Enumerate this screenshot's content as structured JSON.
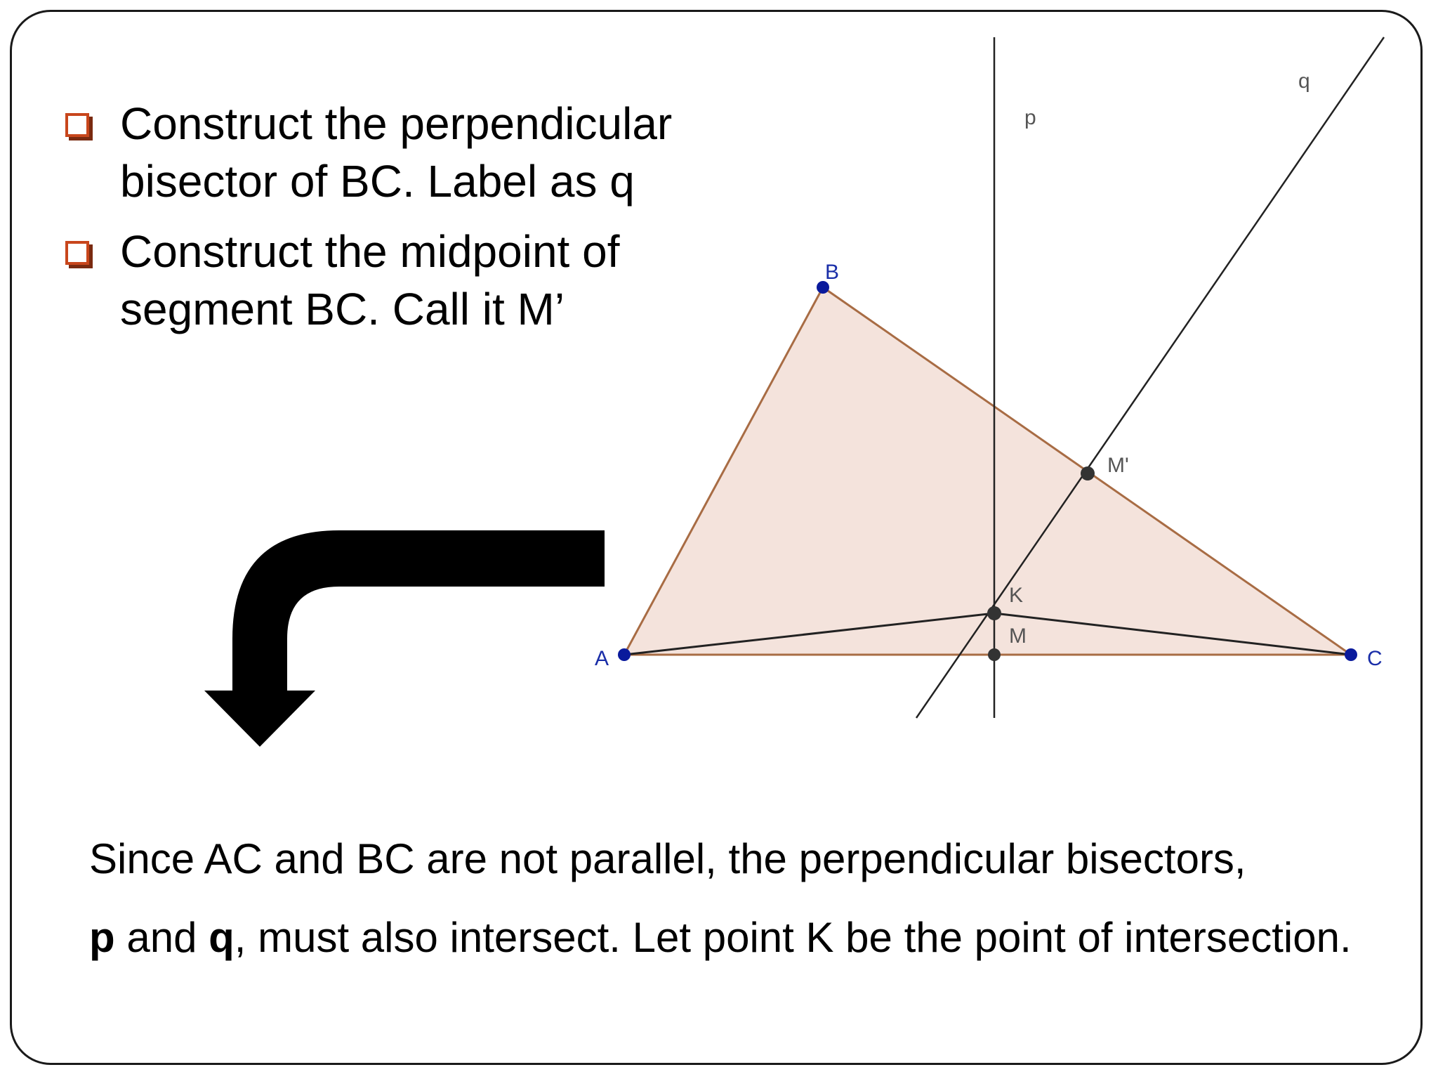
{
  "bullets": [
    "Construct the perpendicular bisector of BC. Label as q",
    "Construct the midpoint of segment BC. Call it M’"
  ],
  "figure": {
    "point_labels": {
      "A": "A",
      "B": "B",
      "C": "C",
      "K": "K",
      "M": "M",
      "M_prime": "M'"
    },
    "line_labels": {
      "p": "p",
      "q": "q"
    },
    "colors": {
      "triangle_fill": "#f4e3dc",
      "triangle_edge": "#a86c44",
      "vertex_point": "#0a1a9c",
      "constructed_point": "#333333",
      "label_blue": "#1a2ea8",
      "label_gray": "#555555",
      "line": "#222222",
      "arrow": "#000000"
    }
  },
  "caption": {
    "line1": "Since AC and BC are not parallel, the perpendicular bisectors,",
    "line2_p": "p",
    "line2_and": " and ",
    "line2_q": "q",
    "line2_rest": ", must also intersect. Let point K be the point of intersection."
  }
}
